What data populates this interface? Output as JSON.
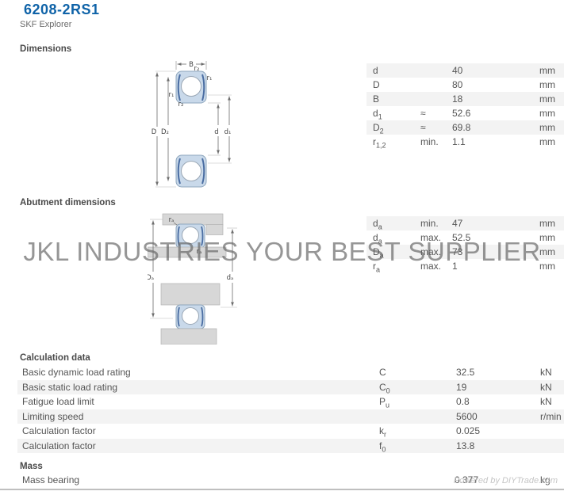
{
  "header": {
    "title": "6208-2RS1",
    "subtitle": "SKF Explorer"
  },
  "watermark": {
    "text": "JKL INDUSTRIES YOUR BEST SUPPLIER"
  },
  "footer": {
    "credit": "Powered by DIYTrade.com"
  },
  "sections": {
    "dimensions": {
      "heading": "Dimensions",
      "rows": [
        {
          "sym": "d",
          "sub": "",
          "q": "",
          "v": "40",
          "u": "mm"
        },
        {
          "sym": "D",
          "sub": "",
          "q": "",
          "v": "80",
          "u": "mm"
        },
        {
          "sym": "B",
          "sub": "",
          "q": "",
          "v": "18",
          "u": "mm"
        },
        {
          "sym": "d",
          "sub": "1",
          "q": "≈",
          "v": "52.6",
          "u": "mm"
        },
        {
          "sym": "D",
          "sub": "2",
          "q": "≈",
          "v": "69.8",
          "u": "mm"
        },
        {
          "sym": "r",
          "sub": "1,2",
          "q": "min.",
          "v": "1.1",
          "u": "mm"
        }
      ]
    },
    "abutment": {
      "heading": "Abutment dimensions",
      "rows": [
        {
          "sym": "d",
          "sub": "a",
          "q": "min.",
          "v": "47",
          "u": "mm"
        },
        {
          "sym": "d",
          "sub": "a",
          "q": "max.",
          "v": "52.5",
          "u": "mm"
        },
        {
          "sym": "D",
          "sub": "a",
          "q": "max.",
          "v": "73",
          "u": "mm"
        },
        {
          "sym": "r",
          "sub": "a",
          "q": "max.",
          "v": "1",
          "u": "mm"
        }
      ]
    },
    "calculation": {
      "heading": "Calculation data",
      "rows": [
        {
          "label": "Basic dynamic load rating",
          "sym": "C",
          "sub": "",
          "v": "32.5",
          "u": "kN"
        },
        {
          "label": "Basic static load rating",
          "sym": "C",
          "sub": "0",
          "v": "19",
          "u": "kN"
        },
        {
          "label": "Fatigue load limit",
          "sym": "P",
          "sub": "u",
          "v": "0.8",
          "u": "kN"
        },
        {
          "label": "Limiting speed",
          "sym": "",
          "sub": "",
          "v": "5600",
          "u": "r/min"
        },
        {
          "label": "Calculation factor",
          "sym": "k",
          "sub": "r",
          "v": "0.025",
          "u": ""
        },
        {
          "label": "Calculation factor",
          "sym": "f",
          "sub": "0",
          "v": "13.8",
          "u": ""
        }
      ]
    },
    "mass": {
      "heading": "Mass",
      "rows": [
        {
          "label": "Mass bearing",
          "v": "0.377",
          "u": "kg"
        }
      ]
    }
  },
  "diagram1": {
    "labels": {
      "B": "B",
      "r2a": "r₂",
      "r1a": "r₁",
      "r1b": "r₁",
      "r2b": "r₂",
      "D": "D",
      "D2": "D₂",
      "d": "d",
      "d1": "d₁"
    }
  },
  "diagram2": {
    "labels": {
      "ra1": "rₐ",
      "ra2": "rₐ",
      "Da": "Dₐ",
      "da": "dₐ"
    }
  },
  "colors": {
    "accent": "#0f63a8",
    "row_shade": "#f3f3f3",
    "bearing_fill": "#c9d9ea",
    "steel_fill": "#d7d7d7"
  }
}
